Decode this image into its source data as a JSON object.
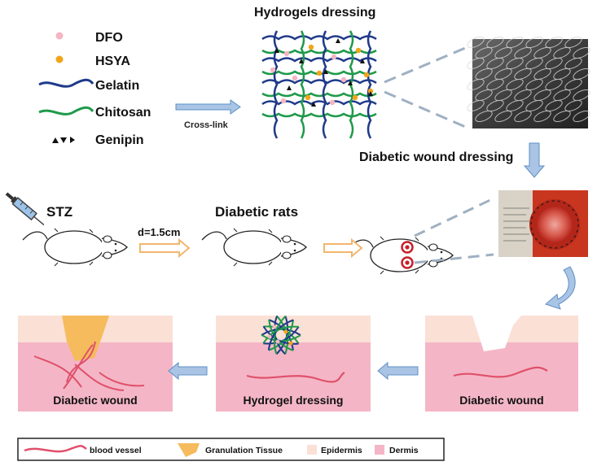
{
  "legend_top": {
    "dfo": "DFO",
    "hsya": "HSYA",
    "gelatin": "Gelatin",
    "chitosan": "Chitosan",
    "genipin": "Genipin"
  },
  "hydrogel_title": "Hydrogels dressing",
  "crosslink_label": "Cross-link",
  "dressing_label": "Diabetic wound dressing",
  "stz_label": "STZ",
  "distance_label": "d=1.5cm",
  "diabetic_rats_label": "Diabetic rats",
  "panels": {
    "left": "Diabetic wound",
    "middle": "Hydrogel dressing",
    "right": "Diabetic wound"
  },
  "legend_bottom": {
    "blood_vessel": "blood vessel",
    "granulation": "Granulation Tissue",
    "epidermis": "Epidermis",
    "dermis": "Dermis"
  },
  "colors": {
    "dfo": "#f4b6c2",
    "hsya": "#f2a51a",
    "gelatin": "#1f3a8a",
    "chitosan": "#1e9a4a",
    "epidermis": "#fbe0d6",
    "dermis": "#f4b6c6",
    "vessel": "#e0506b",
    "granulation": "#f6bb5c",
    "arrow": "#a9c4e4",
    "arrow_stroke": "#5f8fc6",
    "hollow_arrow": "#f2b66d"
  }
}
